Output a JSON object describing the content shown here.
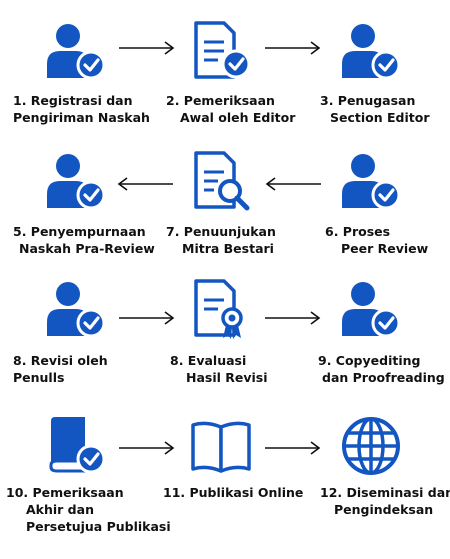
{
  "colors": {
    "icon": "#1356c1",
    "arrow": "#111111",
    "text": "#111111"
  },
  "steps": [
    {
      "icon": "user-check-icon",
      "lines": [
        "1.  Registrasi dan",
        "Pengiriman Naskah"
      ]
    },
    {
      "icon": "document-check-icon",
      "lines": [
        "2.  Pemeriksaan",
        "Awal oleh Editor"
      ]
    },
    {
      "icon": "user-check-icon",
      "lines": [
        "3.  Penugasan",
        "Section Editor"
      ]
    },
    {
      "icon": "user-check-icon",
      "lines": [
        "5.  Penyempurnaan",
        "Naskah Pra-Review"
      ]
    },
    {
      "icon": "document-search-icon",
      "lines": [
        "7.  Penuunjukan",
        "Mitra Bestari"
      ]
    },
    {
      "icon": "user-check-icon",
      "lines": [
        "6.  Proses",
        "Peer Review"
      ]
    },
    {
      "icon": "user-check-icon",
      "lines": [
        "8.  Revisi oleh",
        "Penulls"
      ]
    },
    {
      "icon": "document-award-icon",
      "lines": [
        "8.  Evaluasi",
        "Hasil Revisi"
      ]
    },
    {
      "icon": "user-check-icon",
      "lines": [
        "9.  Copyediting",
        "dan Proofreading"
      ]
    },
    {
      "icon": "book-check-icon",
      "lines": [
        "10.  Pemeriksaan",
        "Akhir dan",
        "Persetujua  Publikasi"
      ]
    },
    {
      "icon": "open-book-icon",
      "lines": [
        "11.  Publikasi Online"
      ]
    },
    {
      "icon": "globe-icon",
      "lines": [
        "12.  Diseminasi dan",
        "Pengindeksan"
      ]
    }
  ]
}
